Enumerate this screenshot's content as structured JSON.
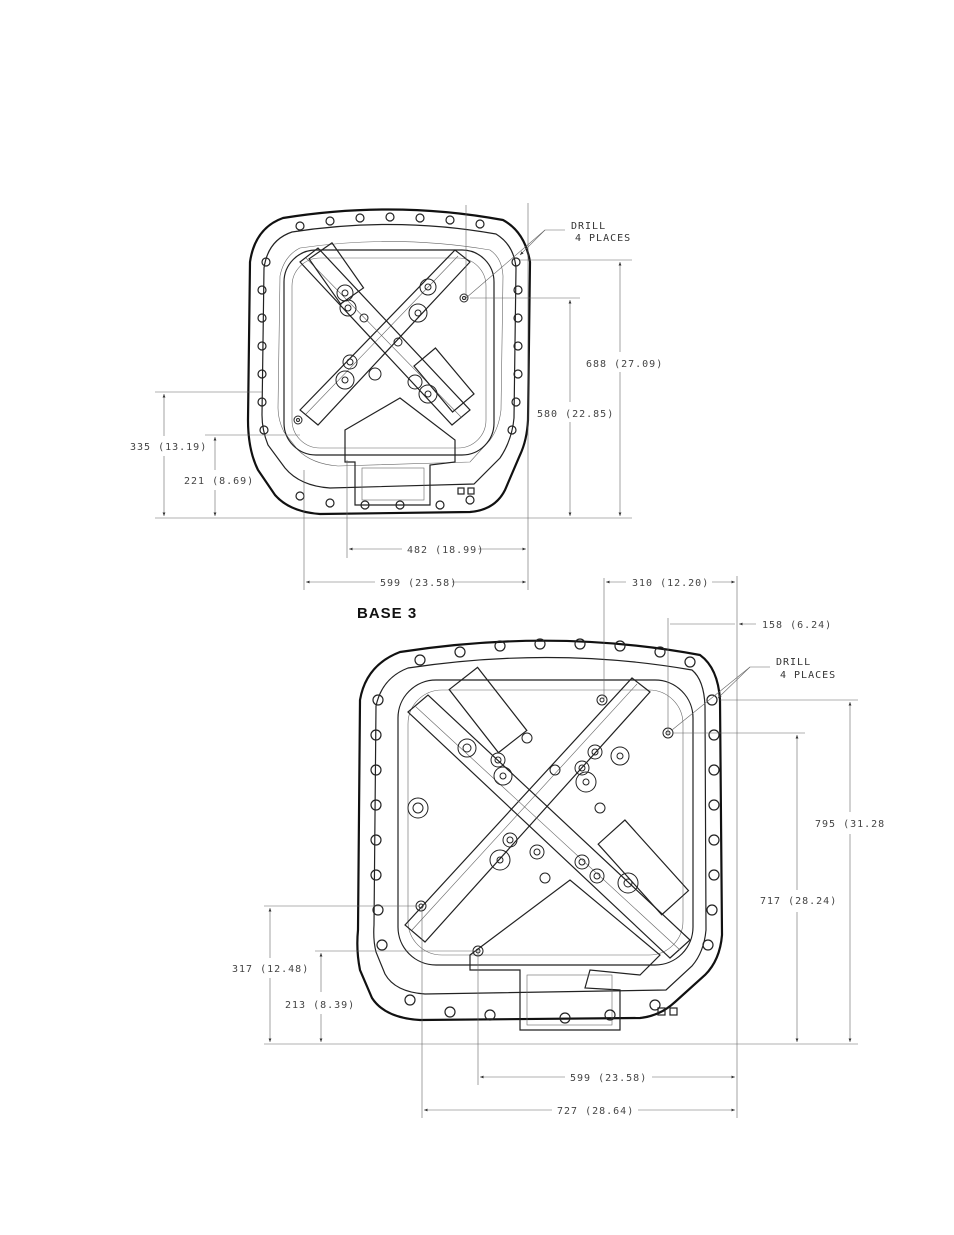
{
  "diagram_top": {
    "drill_note": [
      "DRILL",
      "4 PLACES"
    ],
    "dimensions": {
      "height_overall": "688 (27.09)",
      "height_drill": "580 (22.85)",
      "left_upper": "335 (13.19)",
      "left_lower": "221 (8.69)",
      "width_inner": "482 (18.99)",
      "width_overall": "599 (23.58)"
    }
  },
  "diagram_bottom": {
    "title": "BASE 3",
    "drill_note": [
      "DRILL",
      "4 PLACES"
    ],
    "dimensions": {
      "top_offset_1": "310 (12.20)",
      "top_offset_2": "158 (6.24)",
      "height_overall": "795 (31.28",
      "height_drill": "717 (28.24)",
      "left_upper": "317 (12.48)",
      "left_lower": "213 (8.39)",
      "width_inner": "599 (23.58)",
      "width_overall": "727 (28.64)"
    }
  }
}
